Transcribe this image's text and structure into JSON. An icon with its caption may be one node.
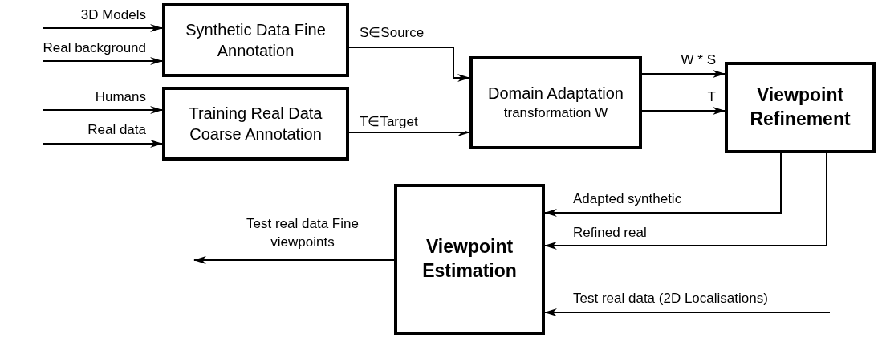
{
  "diagram": {
    "nodes": [
      {
        "text": [
          "Synthetic Data Fine Annotation"
        ]
      },
      {
        "text": [
          "Training Real Data Coarse Annotation"
        ]
      },
      {
        "text": [
          "Domain Adaptation",
          "transformation W"
        ]
      },
      {
        "text": [
          "Viewpoint Refinement"
        ]
      },
      {
        "text": [
          "Viewpoint Estimation"
        ]
      }
    ],
    "edges": [
      {
        "from": null,
        "to": 0,
        "arrow": "to",
        "label": "3D Models"
      },
      {
        "from": null,
        "to": 0,
        "arrow": "to",
        "label": "Real background"
      },
      {
        "from": null,
        "to": 1,
        "arrow": "to",
        "label": "Humans"
      },
      {
        "from": null,
        "to": 1,
        "arrow": "to",
        "label": "Real data"
      },
      {
        "from": 0,
        "to": 2,
        "arrow": "to",
        "label": "S∈Source"
      },
      {
        "from": 1,
        "to": 2,
        "arrow": "to",
        "label": "T∈Target"
      },
      {
        "from": 2,
        "to": 3,
        "arrow": "to",
        "label": "W * S"
      },
      {
        "from": 2,
        "to": 3,
        "arrow": "to",
        "label": "T"
      },
      {
        "from": 3,
        "to": 4,
        "arrow": "to",
        "label": "Adapted synthetic"
      },
      {
        "from": 3,
        "to": 4,
        "arrow": "to",
        "label": "Refined real"
      },
      {
        "from": null,
        "to": 4,
        "arrow": "to",
        "label": "Test real data (2D Localisations)"
      },
      {
        "from": 4,
        "to": null,
        "arrow": "to",
        "label": "Test real data Fine viewpoints"
      }
    ]
  }
}
